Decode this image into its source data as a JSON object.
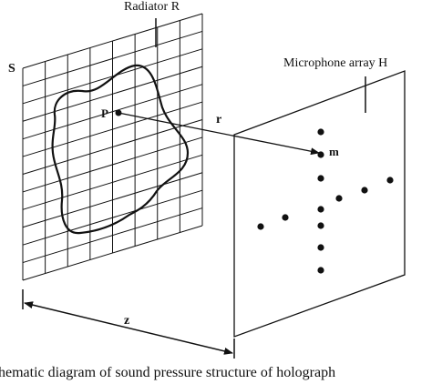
{
  "labels": {
    "radiator": "Radiator R",
    "surface": "S",
    "point_p": "P",
    "vector_r": "r",
    "point_m": "m",
    "array": "Microphone array H",
    "distance": "z",
    "caption": "hematic diagram of sound pressure structure of holograph"
  },
  "colors": {
    "ink": "#111111",
    "background": "#ffffff"
  }
}
